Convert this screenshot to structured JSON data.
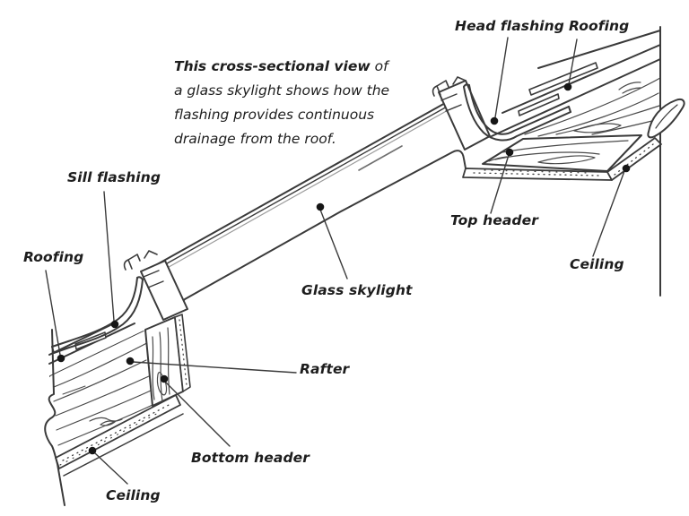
{
  "colors": {
    "ink": "#3a3a3a",
    "label_ink": "#1d1d1d",
    "paper": "#ffffff"
  },
  "description": {
    "bold_part": "This cross-sectional view",
    "rest_part": " of a glass skylight shows how the flashing provides continuous drainage from the roof."
  },
  "labels": [
    {
      "id": "head-flashing",
      "text": "Head flashing"
    },
    {
      "id": "roofing-top",
      "text": "Roofing"
    },
    {
      "id": "sill-flashing",
      "text": "Sill flashing"
    },
    {
      "id": "roofing-left",
      "text": "Roofing"
    },
    {
      "id": "top-header",
      "text": "Top header"
    },
    {
      "id": "ceiling-right",
      "text": "Ceiling"
    },
    {
      "id": "glass-skylight",
      "text": "Glass skylight"
    },
    {
      "id": "rafter",
      "text": "Rafter"
    },
    {
      "id": "bottom-header",
      "text": "Bottom header"
    },
    {
      "id": "ceiling-bottom",
      "text": "Ceiling"
    }
  ]
}
